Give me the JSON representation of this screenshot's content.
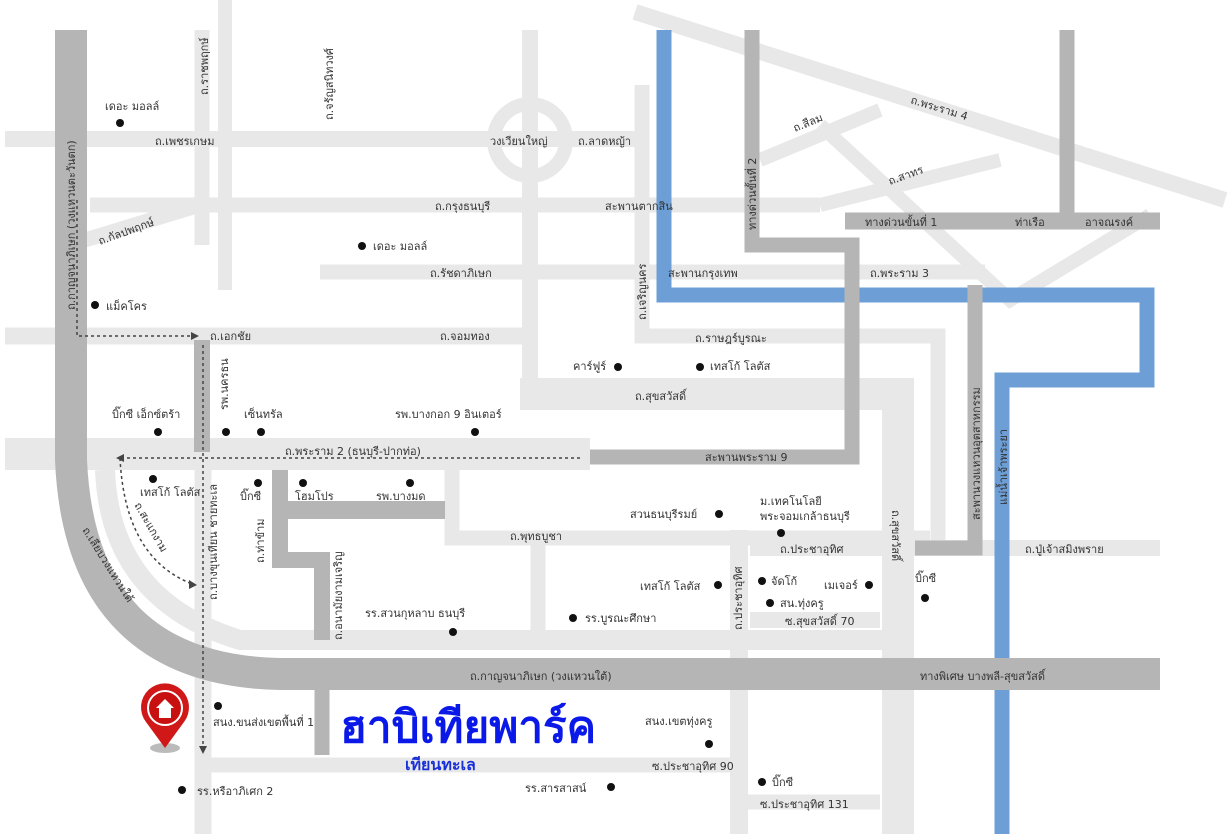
{
  "colors": {
    "minor_road": "#e8e8e8",
    "major_road": "#b5b5b5",
    "river": "#6d9fd6",
    "title": "#0a18e8",
    "pin": "#d01818"
  },
  "title": "ฮาบิเทียพาร์ค",
  "subtitle": "เทียนทะเล",
  "pin_icon": "home-location-pin",
  "road_labels": [
    "ถ.เพชรเกษม",
    "ถ.ราชพฤกษ์",
    "ถ.จรัญสนิทวงศ์",
    "วงเวียนใหญ่",
    "ถ.ลาดหญ้า",
    "ถ.กรุงธนบุรี",
    "สะพานตากสิน",
    "ถ.กัลปพฤกษ์",
    "ถ.รัชดาภิเษก",
    "ถ.เอกชัย",
    "ถ.จอมทอง",
    "ถ.เจริญนคร",
    "สะพานกรุงเทพ",
    "ถ.พระราม 3",
    "ถ.ราษฎร์บูรณะ",
    "ถ.สุขสวัสดิ์",
    "ถ.พระราม 2 (ธนบุรี-ปากท่อ)",
    "สะพานพระราม 9",
    "ถ.กาญจนาภิเษก (วงแหวนตะวันตก)",
    "ถ.สีลม",
    "ถ.พระราม 4",
    "ถ.สาทร",
    "ทางด่วนขั้นที่ 2",
    "ทางด่วนขั้นที่ 1",
    "ท่าเรือ",
    "อาจณรงค์",
    "สะพานวงแหวนอุตสาหกรรม",
    "แม่น้ำเจ้าพระยา",
    "ถ.พุทธบูชา",
    "ถ.ประชาอุทิศ",
    "ถ.ปู่เจ้าสมิงพราย",
    "ถ.สุขสวัสดิ์",
    "ถ.ประชาอุทิศ",
    "ซ.สุขสวัสดิ์ 70",
    "ถ.กาญจนาภิเษก (วงแหวนใต้)",
    "ทางพิเศษ บางพลี-สุขสวัสดิ์",
    "ซ.ประชาอุทิศ 90",
    "ซ.ประชาอุทิศ 131",
    "ถ.เลียบวงแหวนใต้",
    "ถ.สะแกงาม",
    "ถ.บางขุนเทียน ชายทะเล",
    "ถ.ท่าข้าม",
    "ถ.อนามัยงามเจริญ",
    "รพ.นครธน"
  ],
  "places": [
    "เดอะ มอลล์",
    "เดอะ มอลล์",
    "แม็คโคร",
    "บิ๊กซี เอ็กซ์ตร้า",
    "",
    "เซ็นทรัล",
    "รพ.บางกอก 9 อินเตอร์",
    "คาร์ฟูร์",
    "เทสโก้ โลตัส",
    "เทสโก้ โลตัส",
    "บิ๊กซี",
    "โฮมโปร",
    "รพ.บางมด",
    "สวนธนบุรีรมย์",
    "ม.เทคโนโลยี",
    "เทสโก้ โลตัส",
    "จัดโก้",
    "เมเจอร์",
    "สน.ทุ่งครู",
    "บิ๊กซี",
    "รร.บูรณะศึกษา",
    "รร.สวนกุหลาบ ธนบุรี",
    "สนง.ขนส่งเขตพื้นที่ 1",
    "สนง.เขตทุ่งครู",
    "บิ๊กซี",
    "รร.หรือาภิเศก 2",
    "รร.สารสาสน์"
  ],
  "place_extra_line": "พระจอมเกล้าธนบุรี"
}
